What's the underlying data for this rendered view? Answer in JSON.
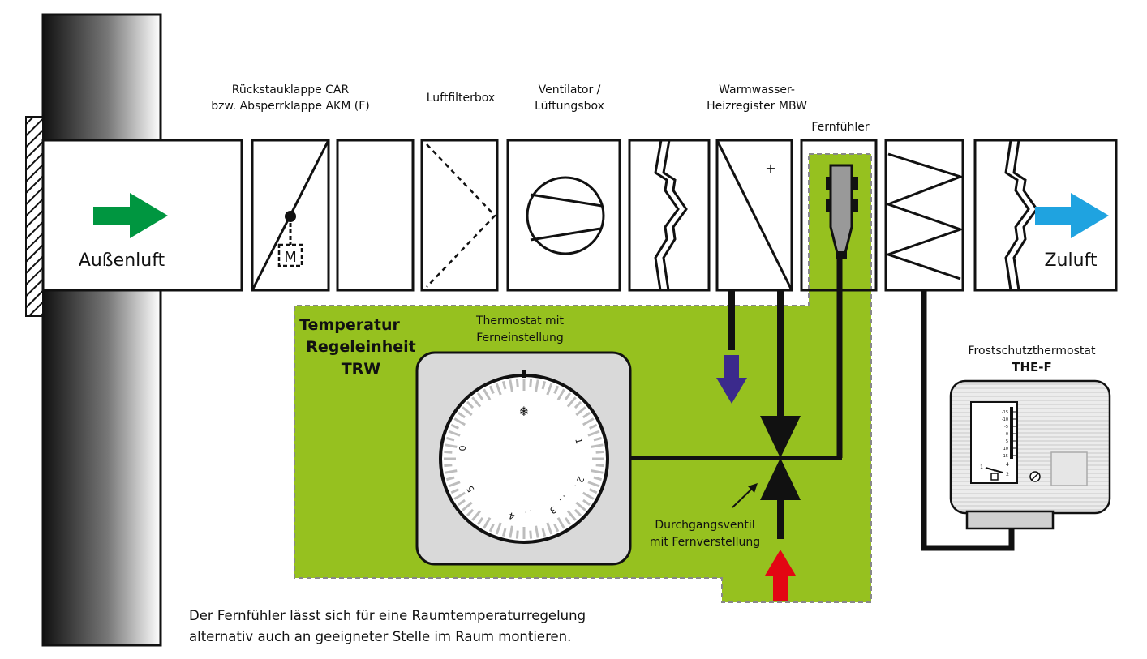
{
  "labels": {
    "damper_line1": "Rückstauklappe CAR",
    "damper_line2": "bzw. Absperrklappe AKM (F)",
    "filter": "Luftfilterbox",
    "fan_line1": "Ventilator /",
    "fan_line2": "Lüftungsbox",
    "heater_line1": "Warmwasser-",
    "heater_line2": "Heizregister MBW",
    "sensor": "Fernfühler",
    "outside_air": "Außenluft",
    "supply_air": "Zuluft",
    "motor": "M",
    "heater_plus": "+",
    "control_unit_line1": "Temperatur",
    "control_unit_line2": "Regeleinheit",
    "control_unit_line3": "TRW",
    "thermostat_line1": "Thermostat mit",
    "thermostat_line2": "Ferneinstellung",
    "valve_line1": "Durchgangsventil",
    "valve_line2": "mit Fernverstellung",
    "frost_line1": "Frostschutzthermostat",
    "frost_line2": "THE-F",
    "note_line1": "Der Fernfühler lässt sich für eine Raumtemperaturregelung",
    "note_line2": "alternativ auch an geeigneter Stelle im Raum montieren."
  },
  "dial": {
    "snowflake": "❄",
    "n0": "0",
    "n1": "1",
    "n2": "2",
    "n3": "3",
    "n4": "4",
    "n5": "5"
  },
  "frost_scale": [
    "-15",
    "-10",
    "-5",
    "0",
    "5",
    "10",
    "15"
  ],
  "frost_marks": {
    "m1": "1",
    "m2": "2",
    "m4": "4"
  },
  "colors": {
    "green_area": "#96c11f",
    "green_arrow": "#009640",
    "blue_arrow": "#1fa3e0",
    "purple_arrow": "#3b2a8c",
    "red_arrow": "#e30613"
  }
}
